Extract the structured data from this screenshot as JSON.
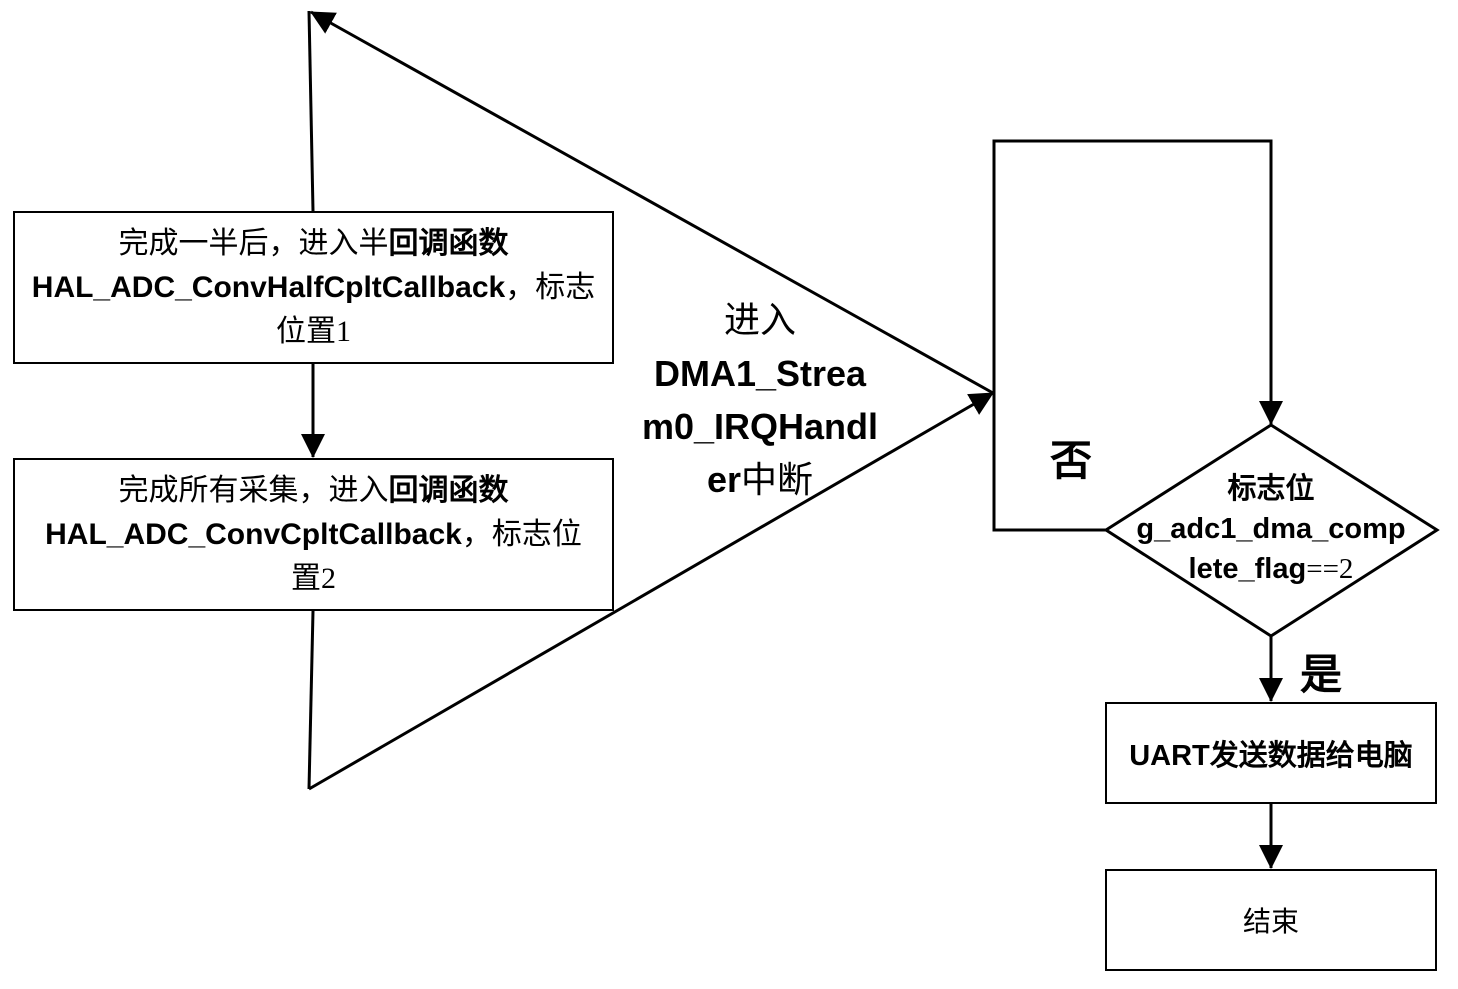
{
  "diagram": {
    "half_callback_box": {
      "line1_plain": "完成一半后，进入半",
      "line1_bold": "回调函数",
      "line2_code": "HAL_ADC_ConvHalfCpltCallback",
      "line2_suffix": "，标志",
      "line3": "位置1"
    },
    "full_callback_box": {
      "line1_plain": "完成所有采集，进入",
      "line1_bold": "回调函数",
      "line2_code": "HAL_ADC_ConvCpltCallback",
      "line2_suffix": "，标志位",
      "line3": "置2"
    },
    "irq_label": {
      "line1": "进入",
      "line2": "DMA1_Strea",
      "line3": "m0_IRQHandl",
      "line4_code": "er",
      "line4_suffix": "中断"
    },
    "decision": {
      "line1": "标志位",
      "line2": "g_adc1_dma_comp",
      "line3_code": "lete_flag",
      "line3_suffix": "==2"
    },
    "no_label": "否",
    "yes_label": "是",
    "uart_box": {
      "label": "UART发送数据给电脑"
    },
    "end_box": {
      "label": "结束"
    }
  }
}
